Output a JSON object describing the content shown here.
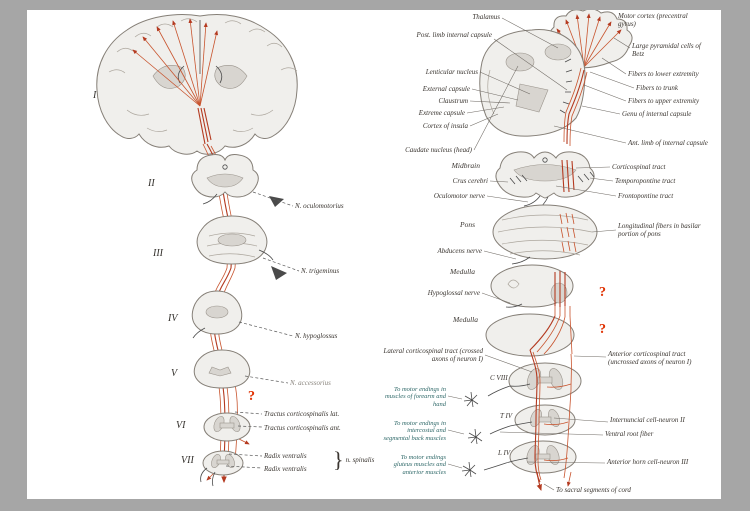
{
  "colors": {
    "frame": "#a6a6a6",
    "canvas": "#ffffff",
    "tract_red": "#b43a20",
    "question_red": "#e03000",
    "teal_label": "#2e6868"
  },
  "left": {
    "levels": [
      "I",
      "II",
      "III",
      "IV",
      "V",
      "VI",
      "VII"
    ],
    "labels": {
      "oculomotorius": "N. oculomotorius",
      "trigeminus": "N. trigeminus",
      "hypoglossus": "N. hypoglossus",
      "accessorius": "N. accessorius",
      "tractus_lat": "Tractus corticospinalis lat.",
      "tractus_ant": "Tractus corticospinalis ant.",
      "radix_1": "Radix ventralis",
      "radix_2": "Radix ventralis",
      "spinalis_brace": "}",
      "spinalis": "n. spinalis"
    },
    "question_mark": "?"
  },
  "right": {
    "left_labels": {
      "thalamus": "Thalamus",
      "post_limb": "Post. limb internal capsule",
      "lenticular": "Lenticular nucleus",
      "external_capsule": "External capsule",
      "claustrum": "Claustrum",
      "extreme_capsule": "Extreme capsule",
      "cortex_insula": "Cortex of insula",
      "caudate": "Caudate nucleus (head)",
      "midbrain": "Midbrain",
      "crus": "Crus cerebri",
      "oculomotor": "Oculomotor nerve",
      "pons": "Pons",
      "abducens": "Abducens nerve",
      "medulla_upper": "Medulla",
      "hypoglossal": "Hypoglossal nerve",
      "medulla_lower": "Medulla",
      "lateral_tract": "Lateral corticospinal tract (crossed axons of neuron I)",
      "endings_hand": "To motor endings in muscles of forearm and hand",
      "endings_back": "To motor endings in intercostal and segmental back muscles",
      "endings_gluteal": "To motor endings gluteus muscles and anterior muscles"
    },
    "right_labels": {
      "motor_cortex": "Motor cortex (precentral gyrus)",
      "betz": "Large pyramidal cells of Betz",
      "fibers_lower": "Fibers to lower extremity",
      "fibers_trunk": "Fibers to trunk",
      "fibers_upper": "Fibers to upper extremity",
      "genu": "Genu of internal capsule",
      "ant_limb": "Ant. limb of internal capsule",
      "corticospinal": "Corticospinal tract",
      "temporopontine": "Temporopontine tract",
      "frontopontine": "Frontopontine tract",
      "longitudinal": "Longitudinal fibers in basilar portion of pons",
      "anterior_tract": "Anterior corticospinal tract (uncrossed axons of neuron I)",
      "internuncial": "Internuncial cell-neuron II",
      "ventral_root": "Ventral root fiber",
      "anterior_horn": "Anterior horn cell-neuron III",
      "sacral": "To sacral segments of cord"
    },
    "segment_labels": [
      "C VIII",
      "T IV",
      "L IV"
    ],
    "question_marks": [
      "?",
      "?"
    ]
  }
}
